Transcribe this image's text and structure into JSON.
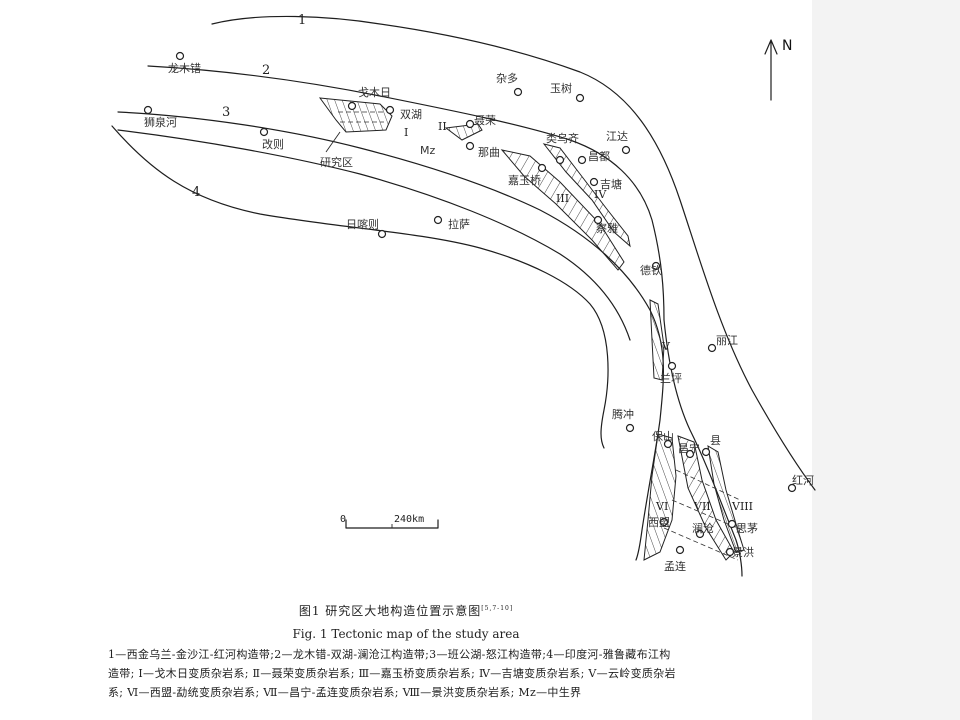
{
  "map": {
    "north_label": "N",
    "scale": {
      "start": "0",
      "end": "240km"
    },
    "belt_numbers": [
      "1",
      "2",
      "3",
      "4"
    ],
    "cities": [
      {
        "id": "longmucuo",
        "name": "龙木错"
      },
      {
        "id": "shiquanhe",
        "name": "狮泉河"
      },
      {
        "id": "gaize",
        "name": "改则"
      },
      {
        "id": "gemuri",
        "name": "戈木日"
      },
      {
        "id": "shuanghu",
        "name": "双湖"
      },
      {
        "id": "zaduo",
        "name": "杂多"
      },
      {
        "id": "yushu",
        "name": "玉树"
      },
      {
        "id": "nierong",
        "name": "聂荣"
      },
      {
        "id": "naqu",
        "name": "那曲"
      },
      {
        "id": "leiwuqi",
        "name": "类乌齐"
      },
      {
        "id": "jiangda",
        "name": "江达"
      },
      {
        "id": "changdu",
        "name": "昌都"
      },
      {
        "id": "jiayuqiao",
        "name": "嘉玉桥"
      },
      {
        "id": "jitang",
        "name": "吉塘"
      },
      {
        "id": "rikaze",
        "name": "日喀则"
      },
      {
        "id": "lasa",
        "name": "拉萨"
      },
      {
        "id": "chaya",
        "name": "察雅"
      },
      {
        "id": "deqin",
        "name": "德钦"
      },
      {
        "id": "lijiang",
        "name": "丽江"
      },
      {
        "id": "lanping",
        "name": "兰坪"
      },
      {
        "id": "tengchong",
        "name": "腾冲"
      },
      {
        "id": "baoshan",
        "name": "保山"
      },
      {
        "id": "changning",
        "name": "昌宁"
      },
      {
        "id": "xian",
        "name": "县"
      },
      {
        "id": "ximeng",
        "name": "西盟"
      },
      {
        "id": "lancang",
        "name": "澜沧"
      },
      {
        "id": "simao",
        "name": "思茅"
      },
      {
        "id": "jinghong",
        "name": "景洪"
      },
      {
        "id": "menglian",
        "name": "孟连"
      },
      {
        "id": "honghe",
        "name": "红河"
      }
    ],
    "labels": {
      "study_area": "研究区",
      "mz": "Mz",
      "roman": [
        "I",
        "II",
        "III",
        "IV",
        "V",
        "VI",
        "VII",
        "VIII"
      ]
    }
  },
  "caption": {
    "title_zh": "图1 研究区大地构造位置示意图",
    "title_zh_ref": "[5,7-10]",
    "title_en": "Fig. 1 Tectonic map of the study area",
    "legend_line1": "1—西金乌兰-金沙江-红河构造带;2—龙木错-双湖-澜沧江构造带;3—班公湖-怒江构造带;4—印度河-雅鲁藏布江构",
    "legend_line2": "造带; Ⅰ—戈木日变质杂岩系; Ⅱ—聂荣变质杂岩系; Ⅲ—嘉玉桥变质杂岩系; Ⅳ—吉塘变质杂岩系; Ⅴ—云岭变质杂岩",
    "legend_line3": "系; Ⅵ—西盟-勐统变质杂岩系; Ⅶ—昌宁-孟连变质杂岩系; Ⅷ—景洪变质杂岩系; Mz—中生界"
  }
}
